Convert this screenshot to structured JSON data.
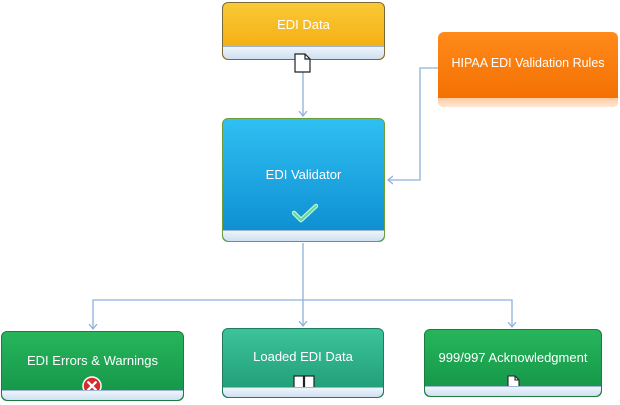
{
  "nodes": {
    "edi_data": {
      "label": "EDI Data",
      "icon": "document-icon"
    },
    "hipaa_rules": {
      "label": "HIPAA EDI Validation Rules"
    },
    "validator": {
      "label": "EDI Validator",
      "icon": "checkmark-icon"
    },
    "errors": {
      "label": "EDI Errors & Warnings",
      "icon": "error-icon"
    },
    "loaded": {
      "label": "Loaded EDI Data",
      "icon": "book-icon"
    },
    "ack": {
      "label": "999/997 Acknowledgment",
      "icon": "document-icon"
    }
  },
  "colors": {
    "connector": "#8fb1d9",
    "edi_data": "#f5b21b",
    "hipaa_rules": "#f57c0a",
    "validator": "#1aa6e2",
    "errors": "#1ea14f",
    "loaded": "#2db084",
    "ack": "#1ea14f"
  }
}
